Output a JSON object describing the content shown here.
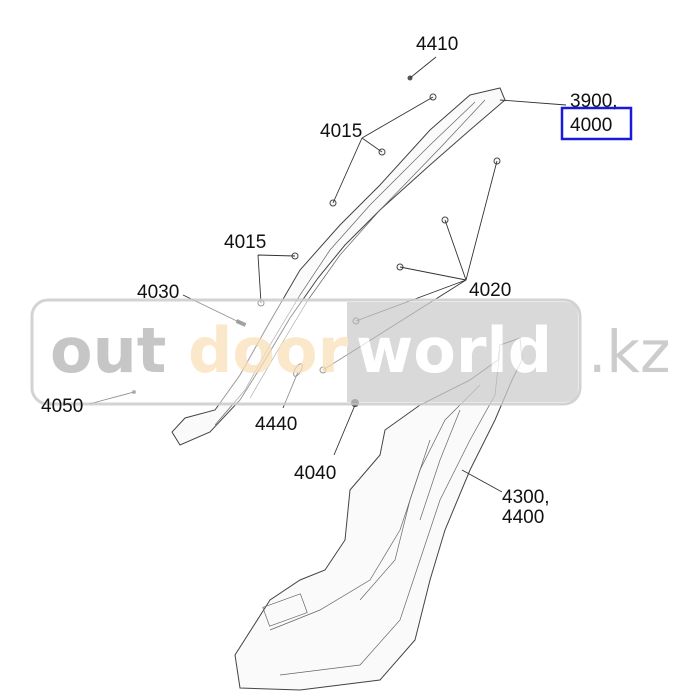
{
  "callouts": {
    "c4410": "4410",
    "c3900": "3900,",
    "c4000": "4000",
    "c4015a": "4015",
    "c4015b": "4015",
    "c4030": "4030",
    "c4020": "4020",
    "c4050": "4050",
    "c4440": "4440",
    "c4040": "4040",
    "c4300": "4300,",
    "c4400": "4400"
  },
  "highlight_color": "#1a1adc",
  "watermark": {
    "part1": "out",
    "part2": "door",
    "part3": "world",
    "part4": ".kz"
  }
}
